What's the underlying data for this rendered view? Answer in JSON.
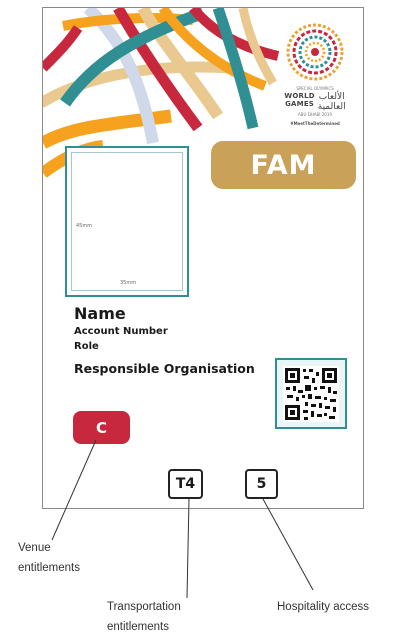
{
  "badge": {
    "logo": {
      "line1": "SPECIAL OLYMPICS",
      "world": "WORLD",
      "games": "GAMES",
      "arabic1": "الألعاب",
      "arabic2": "العالمية",
      "location": "ABU DHABI 2019",
      "hashtag": "#MeetTheDetermined"
    },
    "category": "FAM",
    "photo": {
      "height_label": "45mm",
      "width_label": "35mm"
    },
    "name": "Name",
    "account_number": "Account Number",
    "role": "Role",
    "organisation": "Responsible Organisation",
    "venue_code": "C",
    "transport_code": "T4",
    "hospitality_code": "5"
  },
  "captions": {
    "venue_line1": "Venue",
    "venue_line2": "entitlements",
    "transport_line1": "Transportation",
    "transport_line2": "entitlements",
    "hospitality": "Hospitality access"
  },
  "colors": {
    "fam_gold": "#c9a158",
    "venue_red": "#c7283e",
    "frame_teal": "#2f8f92"
  }
}
